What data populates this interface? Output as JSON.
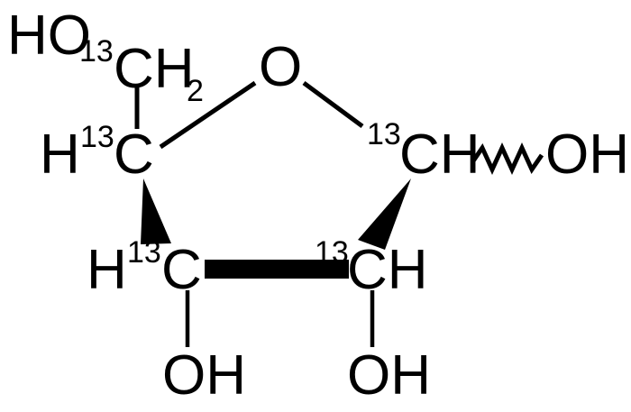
{
  "figure": {
    "kind": "chemical-structure",
    "name": "13C-labeled ribofuranose skeletal formula",
    "background_color": "#ffffff",
    "line_color": "#000000"
  },
  "atoms": {
    "hydroxymethyl": {
      "hydroxyl": "HO",
      "isotope": "13",
      "carbon": "CH",
      "hydrogen_count": "2"
    },
    "c4": {
      "hydrogen": "H",
      "isotope": "13",
      "carbon": "C"
    },
    "ring_oxygen": {
      "symbol": "O"
    },
    "c1": {
      "isotope": "13",
      "carbon": "CH",
      "hydroxyl": "OH"
    },
    "c3": {
      "hydrogen": "H",
      "isotope": "13",
      "carbon": "C",
      "hydroxyl": "OH"
    },
    "c2": {
      "isotope": "13",
      "carbon": "CH",
      "hydroxyl": "OH"
    }
  },
  "bonds": [
    {
      "id": "bond-ho-to-c5",
      "type": "implicit-label",
      "from": "HO",
      "to": "13CH2"
    },
    {
      "id": "bond-c5-c4",
      "type": "plain",
      "from": "13CH2",
      "to": "13C"
    },
    {
      "id": "bond-c4-o",
      "type": "plain",
      "from": "13C",
      "to": "O"
    },
    {
      "id": "bond-o-c1",
      "type": "plain",
      "from": "O",
      "to": "13CH"
    },
    {
      "id": "bond-c1-oh",
      "type": "wavy",
      "from": "13CH",
      "to": "OH"
    },
    {
      "id": "bond-c4-c3",
      "type": "wedge",
      "from": "13C",
      "to": "13C"
    },
    {
      "id": "bond-c1-c2",
      "type": "wedge",
      "from": "13CH",
      "to": "13CH"
    },
    {
      "id": "bond-c3-c2",
      "type": "bold",
      "from": "13C",
      "to": "13CH"
    },
    {
      "id": "bond-c3-oh",
      "type": "plain",
      "from": "13C",
      "to": "OH"
    },
    {
      "id": "bond-c2-oh",
      "type": "plain",
      "from": "13CH",
      "to": "OH"
    }
  ]
}
